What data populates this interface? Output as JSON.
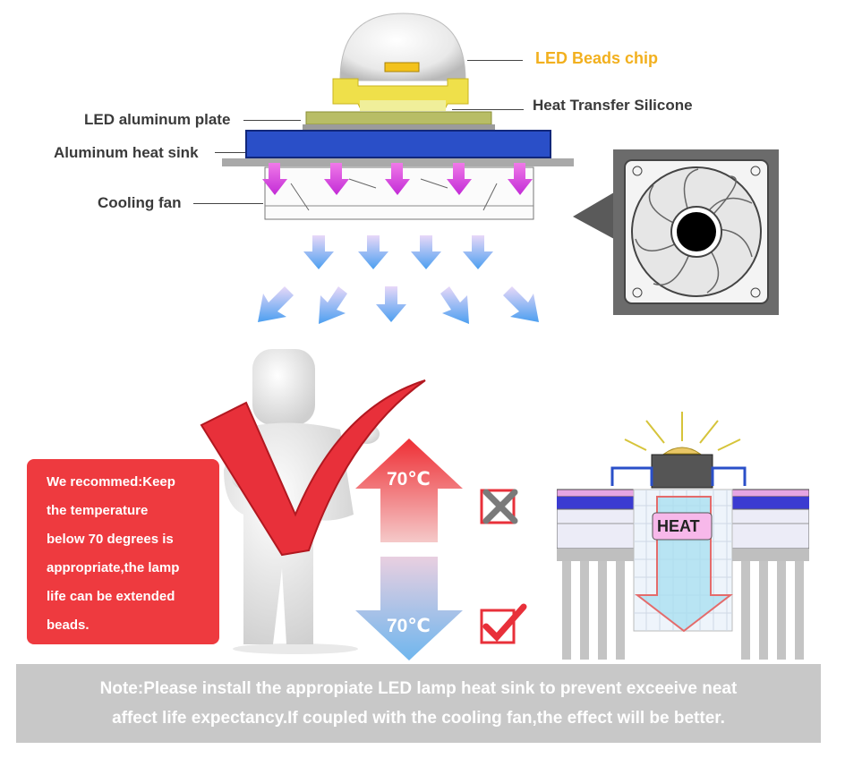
{
  "labels": {
    "chip": "LED Beads chip",
    "silicone": "Heat Transfer Silicone",
    "plate": "LED aluminum plate",
    "sink": "Aluminum heat sink",
    "fan": "Cooling fan"
  },
  "temps": {
    "high": "70℃",
    "low": "70℃"
  },
  "heat_label": "HEAT",
  "recommend_lines": [
    "We recommed:Keep",
    "the temperature",
    "below 70 degrees is",
    "appropriate,the lamp",
    "life can be extended",
    "beads."
  ],
  "note_lines": [
    "Note:Please install the appropiate LED lamp heat sink to prevent exceeive neat",
    "affect life expectancy.If coupled with the cooling fan,the effect will be better."
  ],
  "colors": {
    "chip_label": "#f2b01e",
    "heat_sink": "#2a4fc8",
    "red_box": "#ee3a3f",
    "note_bg": "#c8c8c8",
    "arrow_pink": "#d63de0",
    "arrow_blue": "#5aa7ee"
  }
}
